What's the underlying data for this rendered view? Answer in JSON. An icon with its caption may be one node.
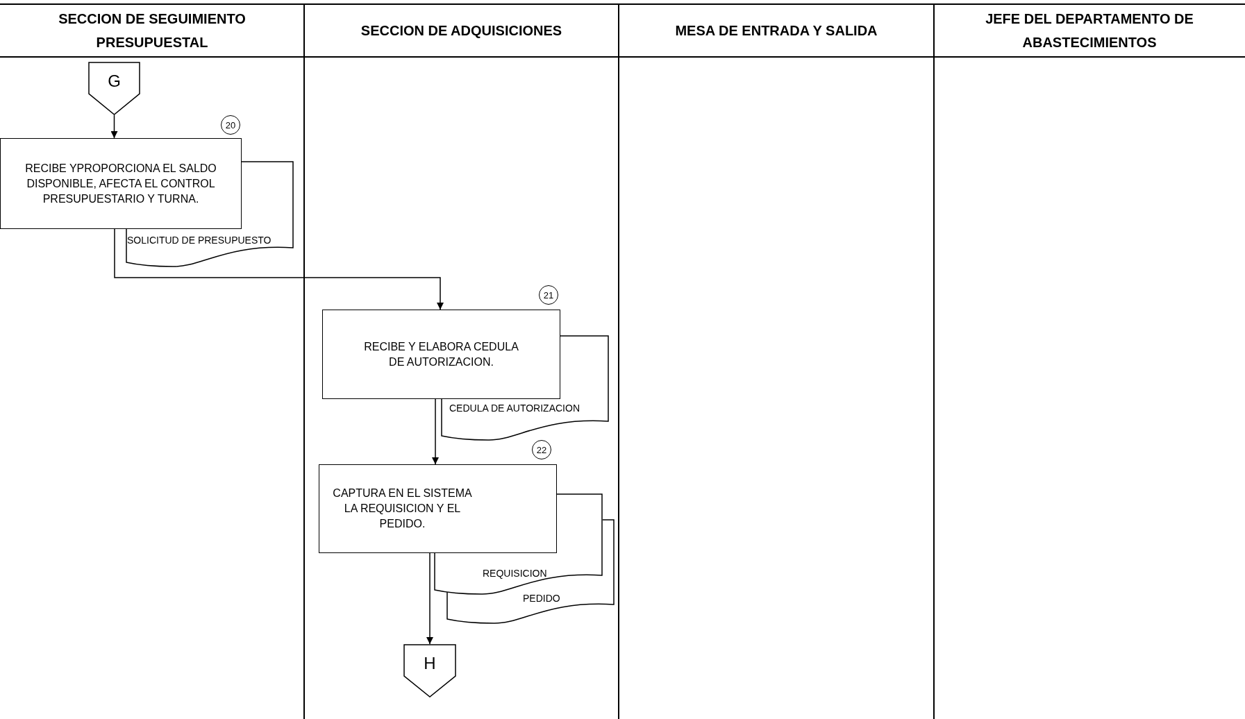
{
  "diagram": {
    "nodes": [
      {
        "text": [
          "G"
        ]
      },
      {
        "text": [
          "20"
        ]
      },
      {
        "text": [
          "RECIBE YPROPORCIONA EL SALDO DISPONIBLE, AFECTA EL CONTROL PRESUPUESTARIO Y TURNA."
        ]
      },
      {
        "text": [
          "SOLICITUD DE PRESUPUESTO"
        ]
      },
      {
        "text": [
          "21"
        ]
      },
      {
        "text": [
          "RECIBE Y ELABORA CEDULA DE AUTORIZACION."
        ]
      },
      {
        "text": [
          "CEDULA DE AUTORIZACION"
        ]
      },
      {
        "text": [
          "22"
        ]
      },
      {
        "text": [
          "CAPTURA EN EL SISTEMA LA REQUISICION Y EL PEDIDO."
        ]
      },
      {
        "text": [
          "REQUISICION"
        ]
      },
      {
        "text": [
          "PEDIDO"
        ]
      },
      {
        "text": [
          "H"
        ]
      }
    ],
    "edges": [
      {
        "from": 0,
        "to": 2,
        "arrow": "to"
      },
      {
        "from": 2,
        "to": 5,
        "arrow": "to"
      },
      {
        "from": 5,
        "to": 8,
        "arrow": "to"
      },
      {
        "from": 8,
        "to": 11,
        "arrow": "to"
      }
    ],
    "labels": [
      "SECCION DE SEGUIMIENTO PRESUPUESTAL",
      "SECCION DE ADQUISICIONES",
      "MESA DE ENTRADA Y SALIDA",
      "JEFE DEL DEPARTAMENTO DE ABASTECIMIENTOS"
    ]
  }
}
